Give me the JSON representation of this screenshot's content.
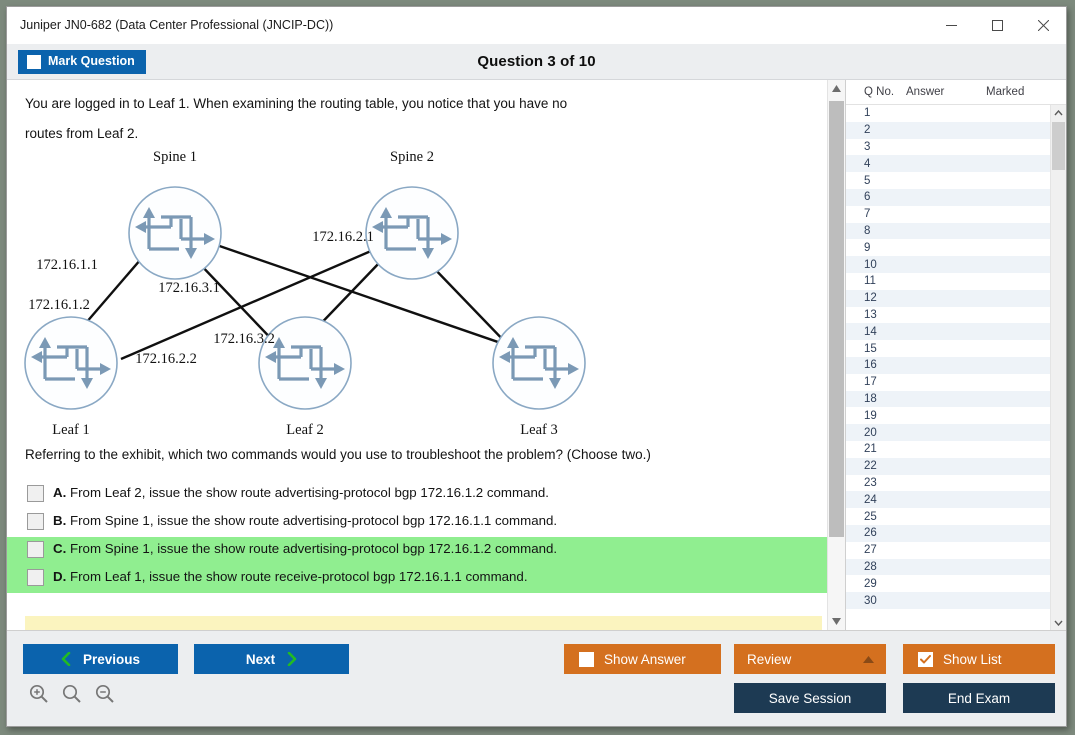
{
  "window": {
    "title": "Juniper JN0-682 (Data Center Professional (JNCIP-DC))",
    "minimize_label": "Minimize",
    "maximize_label": "Maximize",
    "close_label": "Close"
  },
  "header": {
    "mark_question_label": "Mark Question",
    "mark_question_checked": false,
    "question_title": "Question 3 of 10"
  },
  "question": {
    "stem_line1": "You are logged in to Leaf 1. When examining the routing table, you notice that you have no",
    "stem_line2": "routes from Leaf 2.",
    "prompt": "Referring to the exhibit, which two commands would you use to troubleshoot the problem? (Choose two.)",
    "options": [
      {
        "letter": "A.",
        "text": "From Leaf 2, issue the show route advertising-protocol bgp 172.16.1.2 command.",
        "highlighted": false,
        "checked": false
      },
      {
        "letter": "B.",
        "text": "From Spine 1, issue the show route advertising-protocol bgp 172.16.1.1 command.",
        "highlighted": false,
        "checked": false
      },
      {
        "letter": "C.",
        "text": "From Spine 1, issue the show route advertising-protocol bgp 172.16.1.2 command.",
        "highlighted": true,
        "checked": false
      },
      {
        "letter": "D.",
        "text": "From Leaf 1, issue the show route receive-protocol bgp 172.16.1.1 command.",
        "highlighted": true,
        "checked": false
      }
    ],
    "explanation_text": ""
  },
  "exhibit": {
    "type": "network-topology",
    "nodes": [
      {
        "id": "spine1",
        "label": "Spine 1",
        "label_position": "above"
      },
      {
        "id": "spine2",
        "label": "Spine 2",
        "label_position": "above"
      },
      {
        "id": "leaf1",
        "label": "Leaf 1",
        "label_position": "below"
      },
      {
        "id": "leaf2",
        "label": "Leaf 2",
        "label_position": "below"
      },
      {
        "id": "leaf3",
        "label": "Leaf 3",
        "label_position": "below"
      }
    ],
    "interface_labels": [
      "172.16.1.1",
      "172.16.2.1",
      "172.16.3.1",
      "172.16.1.2",
      "172.16.3.2",
      "172.16.2.2"
    ],
    "links": [
      {
        "from": "spine1",
        "to": "leaf1"
      },
      {
        "from": "spine1",
        "to": "leaf2"
      },
      {
        "from": "spine1",
        "to": "leaf3"
      },
      {
        "from": "spine2",
        "to": "leaf1"
      },
      {
        "from": "spine2",
        "to": "leaf2"
      },
      {
        "from": "spine2",
        "to": "leaf3"
      }
    ]
  },
  "question_list": {
    "columns": [
      "Q No.",
      "Answer",
      "Marked"
    ],
    "rows": [
      {
        "no": "1",
        "answer": "",
        "marked": ""
      },
      {
        "no": "2",
        "answer": "",
        "marked": ""
      },
      {
        "no": "3",
        "answer": "",
        "marked": ""
      },
      {
        "no": "4",
        "answer": "",
        "marked": ""
      },
      {
        "no": "5",
        "answer": "",
        "marked": ""
      },
      {
        "no": "6",
        "answer": "",
        "marked": ""
      },
      {
        "no": "7",
        "answer": "",
        "marked": ""
      },
      {
        "no": "8",
        "answer": "",
        "marked": ""
      },
      {
        "no": "9",
        "answer": "",
        "marked": ""
      },
      {
        "no": "10",
        "answer": "",
        "marked": ""
      },
      {
        "no": "11",
        "answer": "",
        "marked": ""
      },
      {
        "no": "12",
        "answer": "",
        "marked": ""
      },
      {
        "no": "13",
        "answer": "",
        "marked": ""
      },
      {
        "no": "14",
        "answer": "",
        "marked": ""
      },
      {
        "no": "15",
        "answer": "",
        "marked": ""
      },
      {
        "no": "16",
        "answer": "",
        "marked": ""
      },
      {
        "no": "17",
        "answer": "",
        "marked": ""
      },
      {
        "no": "18",
        "answer": "",
        "marked": ""
      },
      {
        "no": "19",
        "answer": "",
        "marked": ""
      },
      {
        "no": "20",
        "answer": "",
        "marked": ""
      },
      {
        "no": "21",
        "answer": "",
        "marked": ""
      },
      {
        "no": "22",
        "answer": "",
        "marked": ""
      },
      {
        "no": "23",
        "answer": "",
        "marked": ""
      },
      {
        "no": "24",
        "answer": "",
        "marked": ""
      },
      {
        "no": "25",
        "answer": "",
        "marked": ""
      },
      {
        "no": "26",
        "answer": "",
        "marked": ""
      },
      {
        "no": "27",
        "answer": "",
        "marked": ""
      },
      {
        "no": "28",
        "answer": "",
        "marked": ""
      },
      {
        "no": "29",
        "answer": "",
        "marked": ""
      },
      {
        "no": "30",
        "answer": "",
        "marked": ""
      }
    ]
  },
  "footer": {
    "previous_label": "Previous",
    "next_label": "Next",
    "show_answer_label": "Show Answer",
    "show_answer_checked": false,
    "review_label": "Review",
    "show_list_label": "Show List",
    "show_list_checked": true,
    "save_session_label": "Save Session",
    "end_exam_label": "End Exam",
    "zoom_in_label": "Zoom In",
    "zoom_reset_label": "Zoom Reset",
    "zoom_out_label": "Zoom Out"
  },
  "colors": {
    "accent_blue": "#0b63ad",
    "accent_orange": "#d4701f",
    "navy": "#1d3a53",
    "correct_highlight": "#90ee90",
    "explanation_band": "#fbf4bf",
    "chevron_green": "#22bb22"
  }
}
